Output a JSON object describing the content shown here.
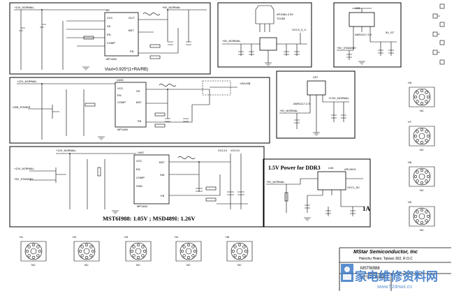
{
  "regulators": {
    "top_left": {
      "chip": "MP1484",
      "ref": "U7",
      "pins_left": [
        "VCC",
        "SS",
        "EN",
        "COMP"
      ],
      "pins_right": [
        "OUT",
        "BST",
        "FB"
      ],
      "input_net": "+12V_NORMAL",
      "output_net": "+5V_NORMAL",
      "formula": "Vout=0.925*(1+RA/RB)"
    },
    "mid_left": {
      "chip": "MP1484",
      "ref": "U406",
      "pins_left": [
        "VCC",
        "EN",
        "COMP"
      ],
      "pins_right": [
        "SS",
        "BST",
        "FB"
      ],
      "input_net": "+12V_NORMAL",
      "enable_net": "USB_POWER",
      "output_net": "+5VUSB"
    },
    "bottom_left": {
      "chip": "MP1484",
      "ref": "U407",
      "pins_left": [
        "VCC",
        "EN",
        "COMP",
        "GND"
      ],
      "pins_right": [
        "BST",
        "SW",
        "FB"
      ],
      "input_net": "+12V_NORMAL",
      "standby_net": "+5V_STANDBY",
      "output_nets": [
        "VCC1V",
        "VCC1V"
      ],
      "caption": "MST6I988: 1.05V ; MSD489I: 1.26V"
    },
    "top_right_a": {
      "chip": "AP1084-3.3V",
      "package": "TO263",
      "input_net": "+5V_NORMAL",
      "output_net": "VCC3_3_V"
    },
    "top_right_b": {
      "ref": "U33",
      "chip": "AMS1117-3.3",
      "input_net": "+5V_STANDBY",
      "output_net": "5V_ST"
    },
    "middle_right": {
      "ref": "U37",
      "chip": "AMS1117-2.5",
      "input_net": "+5V_NORMAL",
      "output_net": "+2.5V_NORMAL"
    },
    "ddr3": {
      "title": "1.5V Power for DDR3",
      "ref": "U34",
      "chip": "APL5913",
      "input_net": "+5V_NORMAL",
      "output_net": "VCC1_5V",
      "current_label": "1A"
    }
  },
  "mounting_holes": {
    "right_column": [
      "H5",
      "H7",
      "H8",
      "H9"
    ],
    "bottom_row": [
      "H1",
      "H2",
      "H3",
      "H4",
      "H6"
    ],
    "pin_label": "NC"
  },
  "title_block": {
    "company": "MStar Semiconductor, Inc",
    "address": "Hsinchu Hsien, Taiwan 302, R.O.C",
    "project": "MST6I988",
    "sheet_title": "SYS POWER"
  },
  "watermark": {
    "text": "家电维修资料网",
    "url": "www.52dnwx.cn"
  },
  "colors": {
    "line": "#000000",
    "background": "#ffffff",
    "watermark": "#3d7ac7"
  }
}
